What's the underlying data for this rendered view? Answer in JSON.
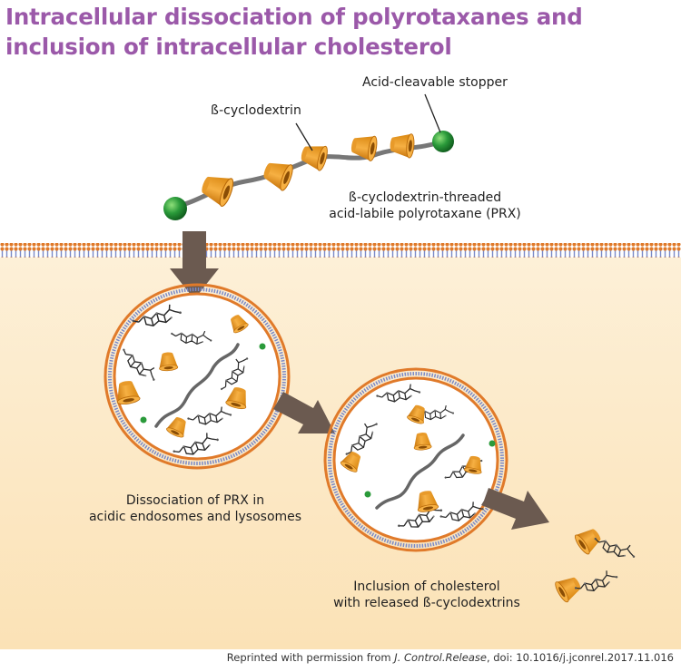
{
  "title_line1": "Intracellular dissociation of polyrotaxanes and",
  "title_line2": "inclusion of intracellular cholesterol",
  "labels": {
    "stopper": "Acid-cleavable stopper",
    "cyclodextrin": "ß-cyclodextrin",
    "prx_line1": "ß-cyclodextrin-threaded",
    "prx_line2": "acid-labile polyrotaxane (PRX)",
    "dissociation_line1": "Dissociation of PRX in",
    "dissociation_line2": "acidic endosomes and lysosomes",
    "inclusion_line1": "Inclusion of cholesterol",
    "inclusion_line2": "with released ß-cyclodextrins"
  },
  "credit": {
    "prefix": "Reprinted with permission from ",
    "journal": "J. Control.Release",
    "suffix": ", doi: 10.1016/j.jconrel.2017.11.016"
  },
  "colors": {
    "title": "#9b59a9",
    "cyclodextrin": "#f0a02a",
    "stopper": "#2a9a3a",
    "arrow": "#6b5a50",
    "membrane_orange": "#e07a2a",
    "membrane_blue": "#7a8ac8"
  }
}
